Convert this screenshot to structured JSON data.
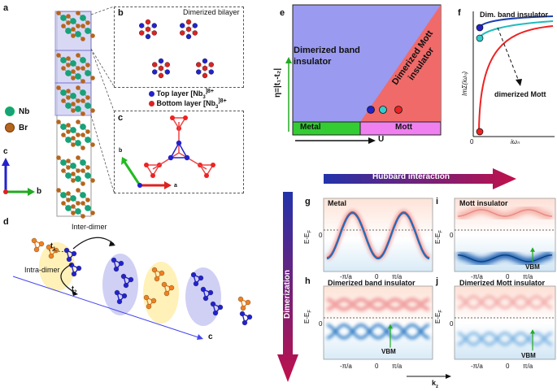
{
  "panels": {
    "a": "a",
    "b": "b",
    "c": "c",
    "d": "d",
    "e": "e",
    "f": "f",
    "g": "g",
    "h": "h",
    "i": "i",
    "j": "j"
  },
  "legend_atoms": {
    "nb": "Nb",
    "br": "Br"
  },
  "axes_a": {
    "c": "c",
    "b": "b"
  },
  "axes_c": {
    "b": "b",
    "a": "a"
  },
  "panel_b": {
    "title": "Dimerized bilayer",
    "top_layer": "Top layer [Nb",
    "top_sub": "3",
    "top_sup": "]8+",
    "bottom_layer": "Bottom layer [Nb",
    "bottom_sub": "3",
    "bottom_sup": "]8+"
  },
  "panel_d": {
    "inter": "Inter-dimer",
    "intra": "Intra-dimer",
    "t1": "t",
    "t1_sub": "1",
    "t2": "t",
    "t2_sub": "2",
    "c_axis": "c"
  },
  "panel_e": {
    "region_band": "Dimerized band",
    "region_band2": "insulator",
    "region_mott": "Dimerized Mott",
    "region_mott2": "insulator",
    "metal": "Metal",
    "mott": "Mott",
    "xlabel": "U",
    "ylabel": "η=|t₁-t₂|"
  },
  "panel_f": {
    "label_band": "Dim. band insulator",
    "label_mott": "dimerized Mott",
    "ylabel": "ImΣ(iωₙ)",
    "xlabel": "iωₙ",
    "zero": "0"
  },
  "arrows": {
    "hubbard": "Hubbard interaction",
    "dimerization": "Dimerization",
    "kz": "k",
    "kz_sub": "z"
  },
  "bands": {
    "ylabel": "E-E",
    "ylabel_sub": "F",
    "zero": "0",
    "ticks": [
      "-π/a",
      "0",
      "π/a"
    ],
    "g_title": "Metal",
    "h_title": "Dimerized band insulator",
    "i_title": "Mott insulator",
    "j_title": "Dimerized Mott insulator",
    "vbm": "VBM"
  },
  "colors": {
    "nb": "#1aa07a",
    "br": "#b5651d",
    "blue": "#2222cc",
    "red": "#dd2222",
    "orange": "#f08020",
    "panel_e_blue": "#9a9af0",
    "panel_e_red": "#f06a6a",
    "metal_green": "#33cc33",
    "mott_pink": "#f080f0"
  }
}
